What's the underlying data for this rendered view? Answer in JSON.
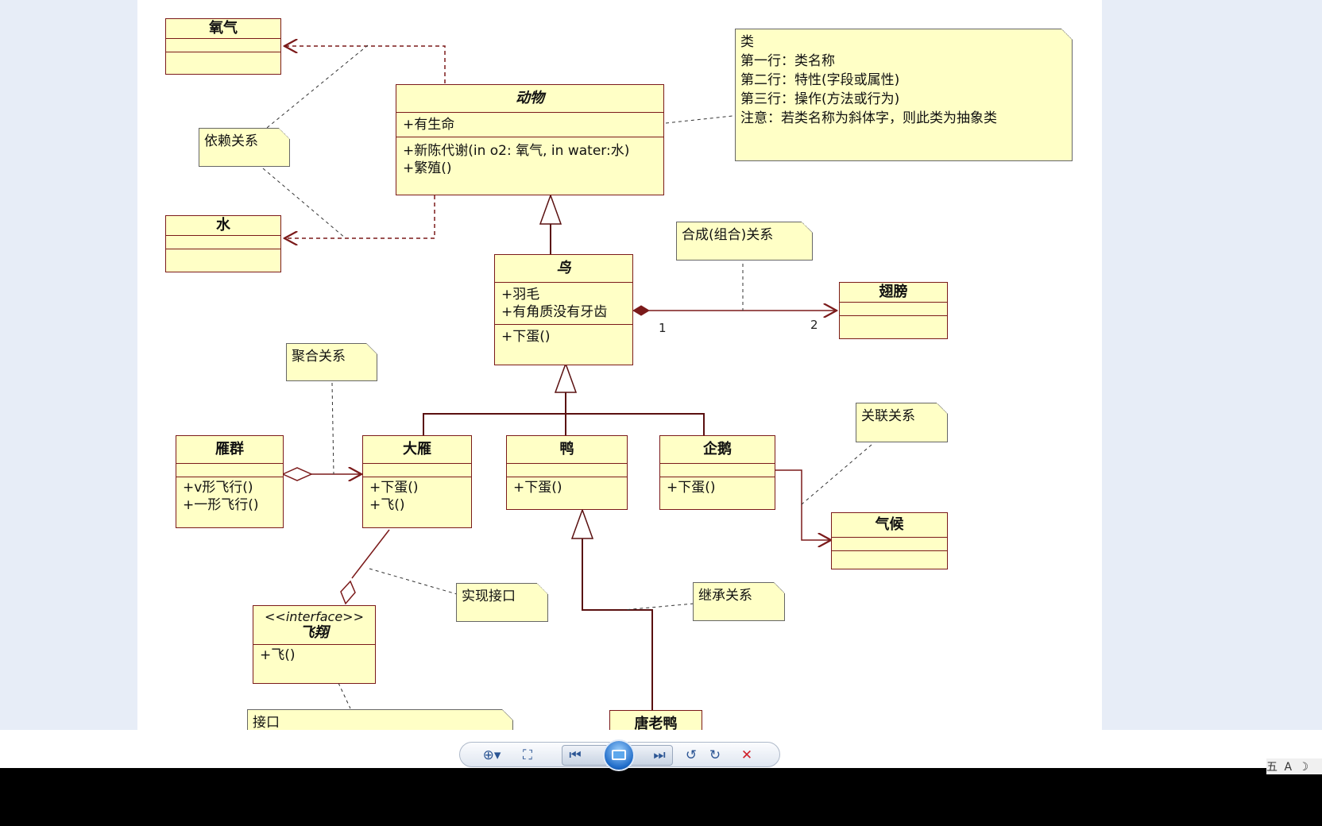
{
  "diagram": {
    "classes": {
      "oxygen": {
        "name": "氧气"
      },
      "water": {
        "name": "水"
      },
      "animal": {
        "name": "动物",
        "attributes": [
          "+有生命"
        ],
        "operations": [
          "+新陈代谢(in o2: 氧气, in water:水)",
          "+繁殖()"
        ]
      },
      "bird": {
        "name": "鸟",
        "attributes": [
          "+羽毛",
          "+有角质没有牙齿"
        ],
        "operations": [
          "+下蛋()"
        ]
      },
      "wing": {
        "name": "翅膀"
      },
      "goose_flock": {
        "name": "雁群",
        "operations": [
          "+v形飞行()",
          "+一形飞行()"
        ]
      },
      "wild_goose": {
        "name": "大雁",
        "operations": [
          "+下蛋()",
          "+飞()"
        ]
      },
      "duck": {
        "name": "鸭",
        "operations": [
          "+下蛋()"
        ]
      },
      "penguin": {
        "name": "企鹅",
        "operations": [
          "+下蛋()"
        ]
      },
      "climate": {
        "name": "气候"
      },
      "fly": {
        "stereotype": "<<interface>>",
        "name": "飞翔",
        "operations": [
          "+飞()"
        ]
      },
      "donald": {
        "name": "唐老鸭"
      }
    },
    "notes": {
      "class_legend": [
        "类",
        "第一行：类名称",
        "第二行：特性(字段或属性)",
        "第三行：操作(方法或行为)",
        "",
        "注意：若类名称为斜体字，则此类为抽象类"
      ],
      "dependency": "依赖关系",
      "composition": "合成(组合)关系",
      "aggregation": "聚合关系",
      "association": "关联关系",
      "interface_impl": "实现接口",
      "inheritance": "继承关系",
      "interface": "接口"
    },
    "multiplicity": {
      "bird_side": "1",
      "wing_side": "2"
    }
  },
  "viewer": {
    "toolbar": {
      "zoom_icon": "zoom-icon",
      "fit_icon": "fit-to-window-icon",
      "prev_icon": "previous-icon",
      "slideshow_icon": "slideshow-icon",
      "next_icon": "next-icon",
      "rotate_left_icon": "rotate-left-icon",
      "rotate_right_icon": "rotate-right-icon",
      "delete_icon": "delete-icon",
      "delete_color": "#d0202a"
    },
    "tray": [
      "五",
      "A",
      "☽"
    ]
  },
  "colors": {
    "class_fill": "#ffffc6",
    "line": "#7b1a1a"
  }
}
